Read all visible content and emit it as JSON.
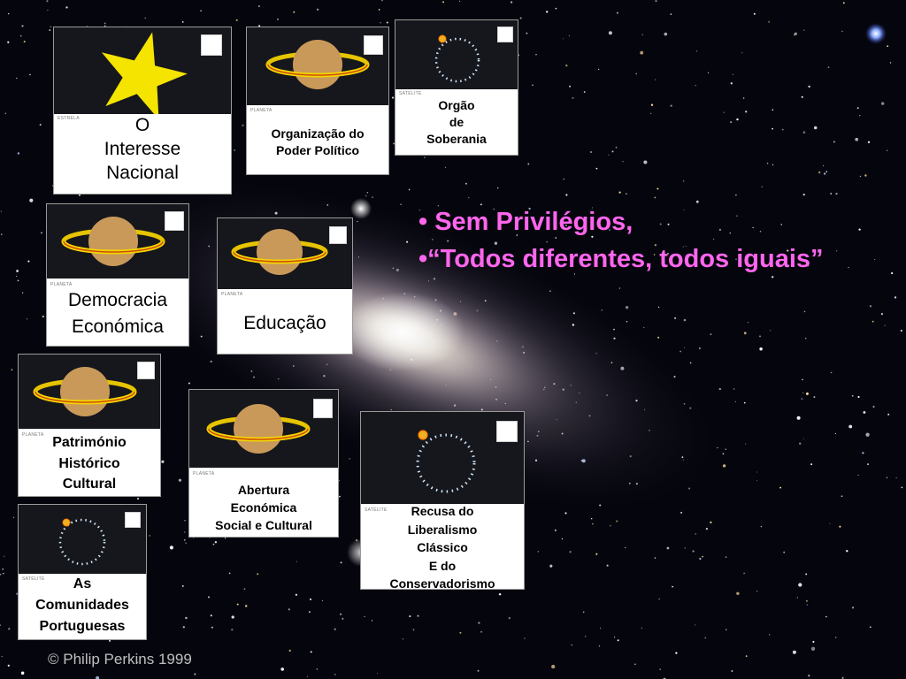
{
  "cards": [
    {
      "type": "Estrela",
      "label": "O\nInteresse\nNacional",
      "icon": "star-icon"
    },
    {
      "type": "Planeta",
      "label": "Organização do\nPoder Político",
      "icon": "planet-icon"
    },
    {
      "type": "Satélite",
      "label": "Orgão\nde\nSoberania",
      "icon": "satellite-orbit-icon"
    },
    {
      "type": "Planeta",
      "label": "Democracia\nEconómica",
      "icon": "planet-icon"
    },
    {
      "type": "Planeta",
      "label": "Educação",
      "icon": "planet-icon"
    },
    {
      "type": "Planeta",
      "label": "Património\nHistórico\nCultural",
      "icon": "planet-icon"
    },
    {
      "type": "Planeta",
      "label": "Abertura\nEconómica\nSocial e Cultural",
      "icon": "planet-icon"
    },
    {
      "type": "Satélite",
      "label": "Recusa do\nLiberalismo\nClássico\nE do\nConservadorismo",
      "icon": "satellite-orbit-icon"
    },
    {
      "type": "Satélite",
      "label": "As\nComunidades\nPortuguesas",
      "icon": "satellite-orbit-icon"
    }
  ],
  "bullets": [
    "• Sem Privilégios,",
    "•“Todos diferentes, todos iguais”"
  ],
  "copyright": "© Philip Perkins 1999",
  "colors": {
    "bullet_text": "#ff66ee",
    "star": "#f5e400",
    "planet": "#c9995a",
    "ring": "#f2d600",
    "orbit": "#cfe8ff"
  }
}
